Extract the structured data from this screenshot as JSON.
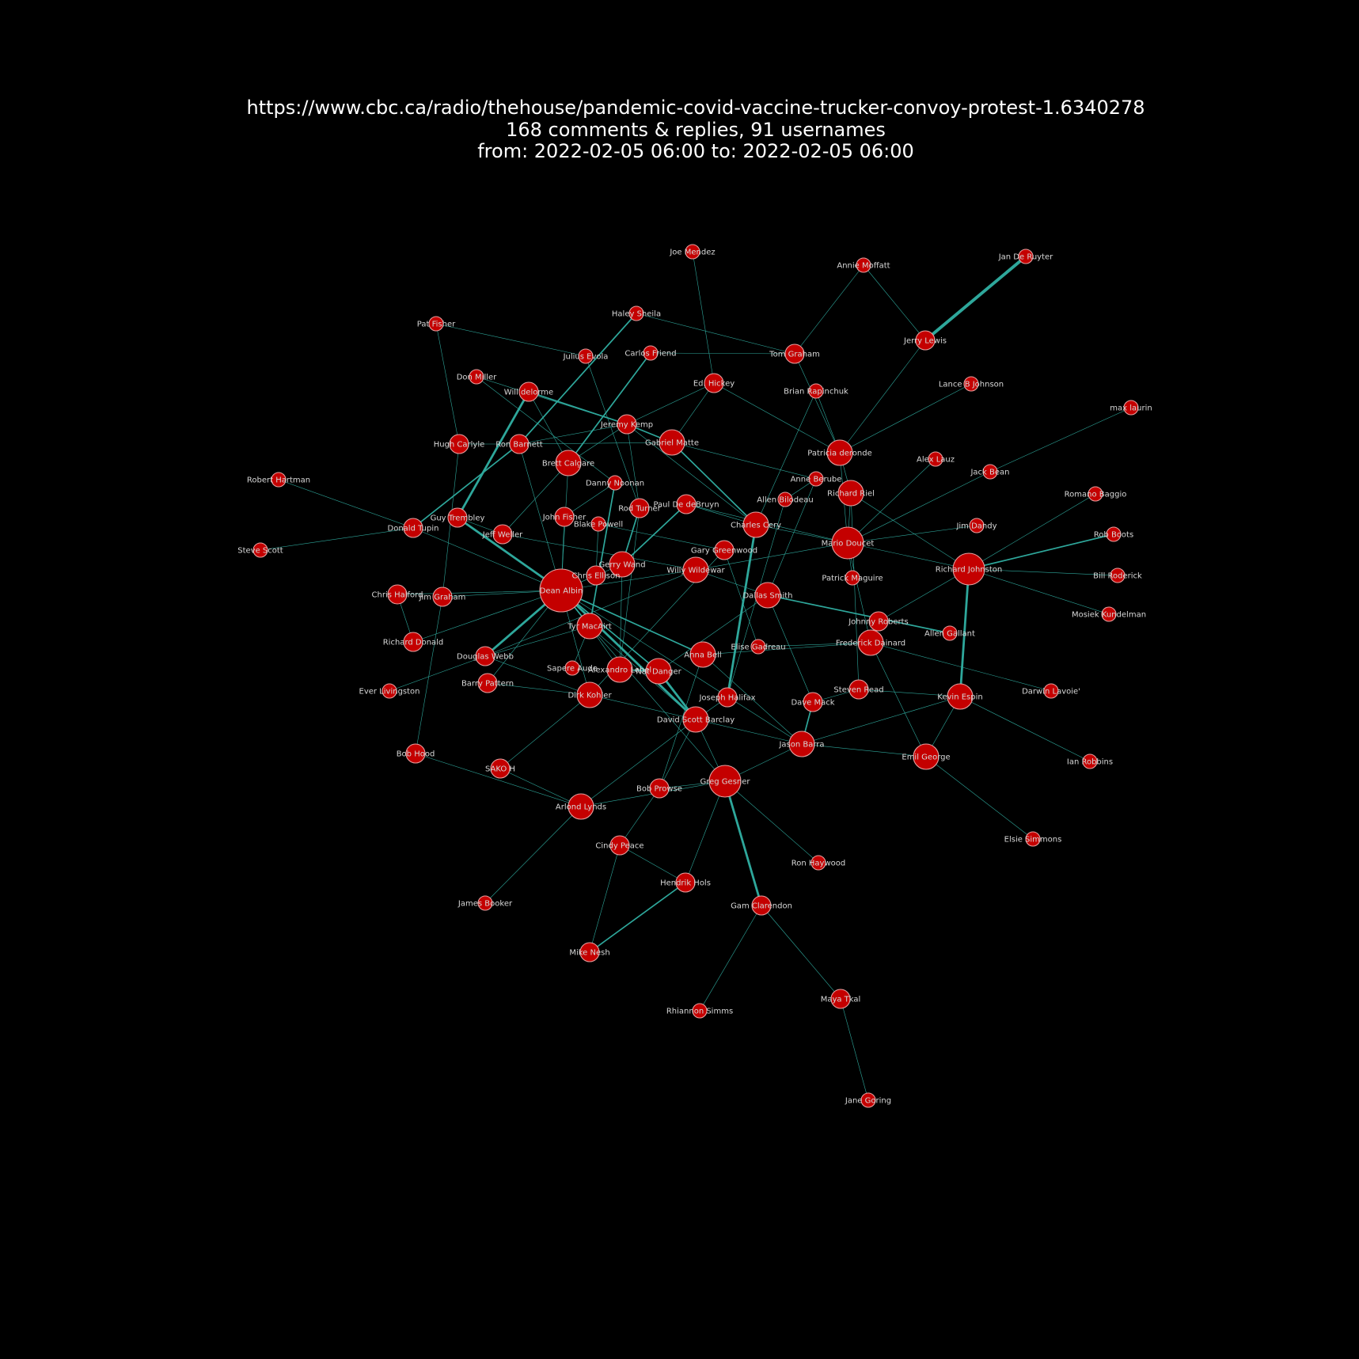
{
  "title": {
    "line1": "https://www.cbc.ca/radio/thehouse/pandemic-covid-vaccine-trucker-convoy-protest-1.6340278",
    "line2": "168 comments & replies, 91 usernames",
    "line3": "from: 2022-02-05 06:00 to: 2022-02-05 06:00"
  },
  "colors": {
    "background": "#000000",
    "node": "#c40000",
    "edge": "#2ea79b",
    "label": "#d8d8d8",
    "title": "#ffffff"
  },
  "nodes": [
    {
      "id": "Joe Mendez",
      "size": 1
    },
    {
      "id": "Annie Moffatt",
      "size": 1
    },
    {
      "id": "Jan De Ruyter",
      "size": 1
    },
    {
      "id": "Haley Sheila",
      "size": 1
    },
    {
      "id": "Pat Fisher",
      "size": 1
    },
    {
      "id": "Jerry Lewis",
      "size": 2
    },
    {
      "id": "Carlos Friend",
      "size": 1
    },
    {
      "id": "Julius Evola",
      "size": 1
    },
    {
      "id": "Tom Graham",
      "size": 2
    },
    {
      "id": "Lance B Johnson",
      "size": 1
    },
    {
      "id": "Don Miller",
      "size": 1
    },
    {
      "id": "Ed. Hickey",
      "size": 2
    },
    {
      "id": "Brian Rapinchuk",
      "size": 1
    },
    {
      "id": "Will delorme",
      "size": 2
    },
    {
      "id": "max laurin",
      "size": 1
    },
    {
      "id": "Jeremy Kemp",
      "size": 2
    },
    {
      "id": "Hugh Carlyle",
      "size": 2
    },
    {
      "id": "Ron Barnett",
      "size": 2
    },
    {
      "id": "Gabriel Matte",
      "size": 3
    },
    {
      "id": "Patricia deronde",
      "size": 3
    },
    {
      "id": "Alex Lauz",
      "size": 1
    },
    {
      "id": "Brett Calgare",
      "size": 3
    },
    {
      "id": "Jack Bean",
      "size": 1
    },
    {
      "id": "Robert Hartman",
      "size": 1
    },
    {
      "id": "Danny Noonan",
      "size": 1
    },
    {
      "id": "Anne Berube",
      "size": 1
    },
    {
      "id": "Richard Riel",
      "size": 3
    },
    {
      "id": "Romano Baggio",
      "size": 1
    },
    {
      "id": "Allen Bilodeau",
      "size": 1
    },
    {
      "id": "Rod Turner",
      "size": 2
    },
    {
      "id": "Paul De deBruyn",
      "size": 2
    },
    {
      "id": "John Fisher",
      "size": 2
    },
    {
      "id": "Guy Trembley",
      "size": 2
    },
    {
      "id": "Blake Powell",
      "size": 1
    },
    {
      "id": "Charles Cery",
      "size": 3
    },
    {
      "id": "Jim Dandy",
      "size": 1
    },
    {
      "id": "Donald Tupin",
      "size": 2
    },
    {
      "id": "Jeff Weller",
      "size": 2
    },
    {
      "id": "Mario Doucet",
      "size": 4
    },
    {
      "id": "Rob Boots",
      "size": 1
    },
    {
      "id": "Steve Scott",
      "size": 1
    },
    {
      "id": "Gary Greenwood",
      "size": 2
    },
    {
      "id": "Gerry Wand",
      "size": 3
    },
    {
      "id": "Richard Johnston",
      "size": 4
    },
    {
      "id": "Chris Ellison",
      "size": 2
    },
    {
      "id": "Willy Wildewar",
      "size": 3
    },
    {
      "id": "Patrick Maguire",
      "size": 1
    },
    {
      "id": "Bill Roderick",
      "size": 1
    },
    {
      "id": "Chris Halford",
      "size": 2
    },
    {
      "id": "Jim Graham",
      "size": 2
    },
    {
      "id": "Dean Albin",
      "size": 6
    },
    {
      "id": "Dallas Smith",
      "size": 3
    },
    {
      "id": "Mosiek Kundelman",
      "size": 1
    },
    {
      "id": "Johnny Roberts",
      "size": 2
    },
    {
      "id": "Tyr MacAirt",
      "size": 3
    },
    {
      "id": "Allen Gallant",
      "size": 1
    },
    {
      "id": "Richard Donald",
      "size": 2
    },
    {
      "id": "Frederick Dainard",
      "size": 3
    },
    {
      "id": "Elise Gadreau",
      "size": 1
    },
    {
      "id": "Anna Bell",
      "size": 3
    },
    {
      "id": "Douglas Webb",
      "size": 2
    },
    {
      "id": "Sapere Aude",
      "size": 1
    },
    {
      "id": "Alexandro Lebel",
      "size": 3
    },
    {
      "id": "Nat Danger",
      "size": 3
    },
    {
      "id": "Barry Pattern",
      "size": 2
    },
    {
      "id": "Ever Livingston",
      "size": 1
    },
    {
      "id": "Darwin Lavoie'",
      "size": 1
    },
    {
      "id": "Steven Read",
      "size": 2
    },
    {
      "id": "Dirk Kohler",
      "size": 3
    },
    {
      "id": "Joseph Halifax",
      "size": 2
    },
    {
      "id": "Kevin Espin",
      "size": 3
    },
    {
      "id": "Dave Mack",
      "size": 2
    },
    {
      "id": "David Scott Barclay",
      "size": 3
    },
    {
      "id": "Jason Barra",
      "size": 3
    },
    {
      "id": "Bob Hood",
      "size": 2
    },
    {
      "id": "Emil George",
      "size": 3
    },
    {
      "id": "Ian Robbins",
      "size": 1
    },
    {
      "id": "SAKO H",
      "size": 2
    },
    {
      "id": "Greg Gesner",
      "size": 4
    },
    {
      "id": "Bob Prowse",
      "size": 2
    },
    {
      "id": "Arlond Lynds",
      "size": 3
    },
    {
      "id": "Elsie Simmons",
      "size": 1
    },
    {
      "id": "Cindy Peace",
      "size": 2
    },
    {
      "id": "Ron Haywood",
      "size": 1
    },
    {
      "id": "Hendrik Hols",
      "size": 2
    },
    {
      "id": "Gam Clarendon",
      "size": 2
    },
    {
      "id": "James Booker",
      "size": 1
    },
    {
      "id": "Mike Nesh",
      "size": 2
    },
    {
      "id": "Maya Tkal",
      "size": 2
    },
    {
      "id": "Rhiannon Simms",
      "size": 1
    },
    {
      "id": "Jane Goring",
      "size": 1
    }
  ],
  "edges": [
    [
      "Jan De Ruyter",
      "Jerry Lewis",
      4
    ],
    [
      "Jerry Lewis",
      "Annie Moffatt",
      1
    ],
    [
      "Jerry Lewis",
      "Patricia deronde",
      1
    ],
    [
      "Annie Moffatt",
      "Tom Graham",
      1
    ],
    [
      "Joe Mendez",
      "Ed. Hickey",
      1
    ],
    [
      "Haley Sheila",
      "Tom Graham",
      1
    ],
    [
      "Haley Sheila",
      "Ron Barnett",
      2
    ],
    [
      "Pat Fisher",
      "Julius Evola",
      1
    ],
    [
      "Pat Fisher",
      "Hugh Carlyle",
      1
    ],
    [
      "Carlos Friend",
      "Tom Graham",
      1
    ],
    [
      "Carlos Friend",
      "Brett Calgare",
      2
    ],
    [
      "Julius Evola",
      "Rod Turner",
      1
    ],
    [
      "Tom Graham",
      "Patricia deronde",
      1
    ],
    [
      "Lance B Johnson",
      "Patricia deronde",
      1
    ],
    [
      "Don Miller",
      "Jeremy Kemp",
      1
    ],
    [
      "Don Miller",
      "Danny Noonan",
      1
    ],
    [
      "Ed. Hickey",
      "Jeremy Kemp",
      1
    ],
    [
      "Ed. Hickey",
      "Gabriel Matte",
      1
    ],
    [
      "Ed. Hickey",
      "Patricia deronde",
      1
    ],
    [
      "Brian Rapinchuk",
      "Patricia deronde",
      1
    ],
    [
      "Brian Rapinchuk",
      "Charles Cery",
      1
    ],
    [
      "Will delorme",
      "Jeremy Kemp",
      2
    ],
    [
      "Will delorme",
      "Guy Trembley",
      3
    ],
    [
      "Will delorme",
      "Brett Calgare",
      1
    ],
    [
      "Jeremy Kemp",
      "Ron Barnett",
      1
    ],
    [
      "Jeremy Kemp",
      "Gabriel Matte",
      2
    ],
    [
      "Jeremy Kemp",
      "Charles Cery",
      1
    ],
    [
      "Jeremy Kemp",
      "Rod Turner",
      1
    ],
    [
      "Jeremy Kemp",
      "Brett Calgare",
      1
    ],
    [
      "max laurin",
      "Jack Bean",
      1
    ],
    [
      "Hugh Carlyle",
      "Ron Barnett",
      1
    ],
    [
      "Hugh Carlyle",
      "Jim Graham",
      1
    ],
    [
      "Ron Barnett",
      "Donald Tupin",
      2
    ],
    [
      "Ron Barnett",
      "Dean Albin",
      1
    ],
    [
      "Ron Barnett",
      "Gabriel Matte",
      1
    ],
    [
      "Gabriel Matte",
      "Anne Berube",
      1
    ],
    [
      "Gabriel Matte",
      "Charles Cery",
      2
    ],
    [
      "Patricia deronde",
      "Richard Riel",
      1
    ],
    [
      "Patricia deronde",
      "Mario Doucet",
      1
    ],
    [
      "Alex Lauz",
      "Mario Doucet",
      1
    ],
    [
      "Brett Calgare",
      "Dean Albin",
      1
    ],
    [
      "Brett Calgare",
      "Jeff Weller",
      1
    ],
    [
      "Jack Bean",
      "Mario Doucet",
      1
    ],
    [
      "Robert Hartman",
      "Donald Tupin",
      1
    ],
    [
      "Danny Noonan",
      "Tyr MacAirt",
      2
    ],
    [
      "Danny Noonan",
      "John Fisher",
      1
    ],
    [
      "Anne Berube",
      "Allen Bilodeau",
      1
    ],
    [
      "Anne Berube",
      "Dallas Smith",
      1
    ],
    [
      "Richard Riel",
      "Mario Doucet",
      1
    ],
    [
      "Richard Riel",
      "Steven Read",
      1
    ],
    [
      "Richard Riel",
      "Richard Johnston",
      1
    ],
    [
      "Romano Baggio",
      "Richard Johnston",
      1
    ],
    [
      "Allen Bilodeau",
      "Joseph Halifax",
      1
    ],
    [
      "Rod Turner",
      "Gerry Wand",
      2
    ],
    [
      "Rod Turner",
      "Alexandro Lebel",
      1
    ],
    [
      "Paul De deBruyn",
      "Charles Cery",
      1
    ],
    [
      "Paul De deBruyn",
      "Gerry Wand",
      2
    ],
    [
      "Paul De deBruyn",
      "Mario Doucet",
      1
    ],
    [
      "John Fisher",
      "Dean Albin",
      1
    ],
    [
      "Guy Trembley",
      "Dean Albin",
      3
    ],
    [
      "Guy Trembley",
      "Jeff Weller",
      1
    ],
    [
      "Blake Powell",
      "Chris Ellison",
      1
    ],
    [
      "Blake Powell",
      "Gary Greenwood",
      1
    ],
    [
      "Charles Cery",
      "Joseph Halifax",
      3
    ],
    [
      "Charles Cery",
      "Mario Doucet",
      1
    ],
    [
      "Jim Dandy",
      "Mario Doucet",
      1
    ],
    [
      "Donald Tupin",
      "Steve Scott",
      1
    ],
    [
      "Donald Tupin",
      "Dean Albin",
      1
    ],
    [
      "Jeff Weller",
      "Willy Wildewar",
      1
    ],
    [
      "Mario Doucet",
      "Patrick Maguire",
      1
    ],
    [
      "Mario Doucet",
      "Frederick Dainard",
      1
    ],
    [
      "Mario Doucet",
      "Richard Johnston",
      1
    ],
    [
      "Mario Doucet",
      "Willy Wildewar",
      1
    ],
    [
      "Rob Boots",
      "Richard Johnston",
      2
    ],
    [
      "Gary Greenwood",
      "Elise Gadreau",
      1
    ],
    [
      "Gary Greenwood",
      "Dirk Kohler",
      1
    ],
    [
      "Gerry Wand",
      "Dean Albin",
      1
    ],
    [
      "Gerry Wand",
      "Alexandro Lebel",
      1
    ],
    [
      "Richard Johnston",
      "Bill Roderick",
      1
    ],
    [
      "Richard Johnston",
      "Mosiek Kundelman",
      1
    ],
    [
      "Richard Johnston",
      "Johnny Roberts",
      1
    ],
    [
      "Richard Johnston",
      "Kevin Espin",
      3
    ],
    [
      "Chris Ellison",
      "Dean Albin",
      1
    ],
    [
      "Willy Wildewar",
      "Dean Albin",
      1
    ],
    [
      "Willy Wildewar",
      "Dallas Smith",
      1
    ],
    [
      "Willy Wildewar",
      "Douglas Webb",
      1
    ],
    [
      "Chris Halford",
      "Dean Albin",
      1
    ],
    [
      "Chris Halford",
      "Richard Donald",
      1
    ],
    [
      "Jim Graham",
      "Dean Albin",
      1
    ],
    [
      "Jim Graham",
      "Bob Hood",
      1
    ],
    [
      "Dean Albin",
      "Tyr MacAirt",
      2
    ],
    [
      "Dean Albin",
      "Douglas Webb",
      3
    ],
    [
      "Dean Albin",
      "Richard Donald",
      1
    ],
    [
      "Dean Albin",
      "Anna Bell",
      2
    ],
    [
      "Dean Albin",
      "Nat Danger",
      2
    ],
    [
      "Dean Albin",
      "David Scott Barclay",
      3
    ],
    [
      "Dean Albin",
      "Dirk Kohler",
      1
    ],
    [
      "Dean Albin",
      "Jason Barra",
      1
    ],
    [
      "Dallas Smith",
      "Allen Gallant",
      2
    ],
    [
      "Dallas Smith",
      "Nat Danger",
      1
    ],
    [
      "Dallas Smith",
      "Dave Mack",
      1
    ],
    [
      "Johnny Roberts",
      "Frederick Dainard",
      1
    ],
    [
      "Tyr MacAirt",
      "Douglas Webb",
      1
    ],
    [
      "Tyr MacAirt",
      "Alexandro Lebel",
      1
    ],
    [
      "Tyr MacAirt",
      "David Scott Barclay",
      1
    ],
    [
      "Tyr MacAirt",
      "Greg Gesner",
      1
    ],
    [
      "Tyr MacAirt",
      "Sapere Aude",
      1
    ],
    [
      "Frederick Dainard",
      "Elise Gadreau",
      1
    ],
    [
      "Frederick Dainard",
      "Darwin Lavoie'",
      1
    ],
    [
      "Frederick Dainard",
      "Emil George",
      1
    ],
    [
      "Frederick Dainard",
      "Anna Bell",
      1
    ],
    [
      "Anna Bell",
      "Jason Barra",
      1
    ],
    [
      "Anna Bell",
      "Bob Prowse",
      1
    ],
    [
      "Douglas Webb",
      "Ever Livingston",
      1
    ],
    [
      "Douglas Webb",
      "Dirk Kohler",
      1
    ],
    [
      "Alexandro Lebel",
      "Nat Danger",
      2
    ],
    [
      "Nat Danger",
      "David Scott Barclay",
      3
    ],
    [
      "Barry Pattern",
      "Dirk Kohler",
      1
    ],
    [
      "Barry Pattern",
      "Dean Albin",
      1
    ],
    [
      "Steven Read",
      "Kevin Espin",
      1
    ],
    [
      "Steven Read",
      "Dave Mack",
      1
    ],
    [
      "Dirk Kohler",
      "SAKO H",
      1
    ],
    [
      "Dirk Kohler",
      "David Scott Barclay",
      1
    ],
    [
      "Joseph Halifax",
      "David Scott Barclay",
      1
    ],
    [
      "Kevin Espin",
      "Emil George",
      1
    ],
    [
      "Kevin Espin",
      "Ian Robbins",
      1
    ],
    [
      "Kevin Espin",
      "Jason Barra",
      1
    ],
    [
      "Dave Mack",
      "Jason Barra",
      2
    ],
    [
      "David Scott Barclay",
      "Jason Barra",
      1
    ],
    [
      "David Scott Barclay",
      "Greg Gesner",
      1
    ],
    [
      "David Scott Barclay",
      "Arlond Lynds",
      1
    ],
    [
      "David Scott Barclay",
      "Bob Prowse",
      1
    ],
    [
      "Jason Barra",
      "Emil George",
      1
    ],
    [
      "Jason Barra",
      "Greg Gesner",
      1
    ],
    [
      "Bob Hood",
      "Arlond Lynds",
      1
    ],
    [
      "Emil George",
      "Elsie Simmons",
      1
    ],
    [
      "SAKO H",
      "Arlond Lynds",
      1
    ],
    [
      "Greg Gesner",
      "Bob Prowse",
      1
    ],
    [
      "Greg Gesner",
      "Arlond Lynds",
      1
    ],
    [
      "Greg Gesner",
      "Ron Haywood",
      1
    ],
    [
      "Greg Gesner",
      "Hendrik Hols",
      1
    ],
    [
      "Greg Gesner",
      "Gam Clarendon",
      3
    ],
    [
      "Bob Prowse",
      "Cindy Peace",
      1
    ],
    [
      "Arlond Lynds",
      "James Booker",
      1
    ],
    [
      "Cindy Peace",
      "Hendrik Hols",
      1
    ],
    [
      "Cindy Peace",
      "Mike Nesh",
      1
    ],
    [
      "Hendrik Hols",
      "Mike Nesh",
      2
    ],
    [
      "Gam Clarendon",
      "Maya Tkal",
      1
    ],
    [
      "Gam Clarendon",
      "Rhiannon Simms",
      1
    ],
    [
      "Maya Tkal",
      "Jane Goring",
      1
    ]
  ]
}
